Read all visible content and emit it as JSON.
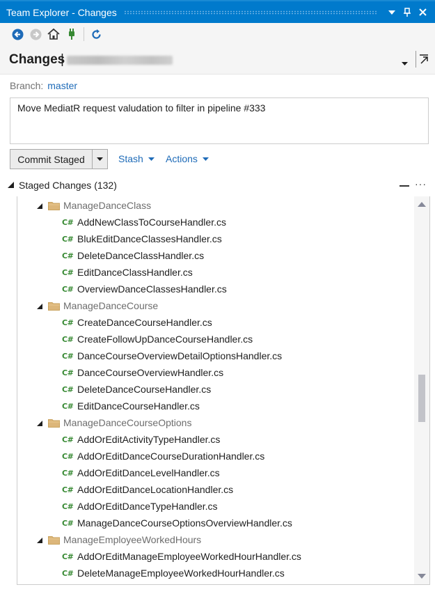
{
  "window": {
    "title": "Team Explorer - Changes"
  },
  "toolbar": {
    "icons": [
      "back-arrow-icon",
      "forward-arrow-icon",
      "home-icon",
      "plug-icon",
      "refresh-icon"
    ]
  },
  "header": {
    "title": "Changes",
    "separator": "|"
  },
  "branch": {
    "label": "Branch:",
    "name": "master"
  },
  "commit": {
    "message": "Move MediatR request valudation to filter in pipeline #333"
  },
  "actions": {
    "commit_label": "Commit Staged",
    "stash_label": "Stash",
    "actions_label": "Actions"
  },
  "staged": {
    "label": "Staged Changes (132)",
    "more": "···"
  },
  "tree": {
    "file_icon_text": "C#",
    "rows": [
      {
        "type": "folder",
        "name": "ManageDanceClass"
      },
      {
        "type": "file",
        "name": "AddNewClassToCourseHandler.cs"
      },
      {
        "type": "file",
        "name": "BlukEditDanceClassesHandler.cs"
      },
      {
        "type": "file",
        "name": "DeleteDanceClassHandler.cs"
      },
      {
        "type": "file",
        "name": "EditDanceClassHandler.cs"
      },
      {
        "type": "file",
        "name": "OverviewDanceClassesHandler.cs"
      },
      {
        "type": "folder",
        "name": "ManageDanceCourse"
      },
      {
        "type": "file",
        "name": "CreateDanceCourseHandler.cs"
      },
      {
        "type": "file",
        "name": "CreateFollowUpDanceCourseHandler.cs"
      },
      {
        "type": "file",
        "name": "DanceCourseOverviewDetailOptionsHandler.cs"
      },
      {
        "type": "file",
        "name": "DanceCourseOverviewHandler.cs"
      },
      {
        "type": "file",
        "name": "DeleteDanceCourseHandler.cs"
      },
      {
        "type": "file",
        "name": "EditDanceCourseHandler.cs"
      },
      {
        "type": "folder",
        "name": "ManageDanceCourseOptions"
      },
      {
        "type": "file",
        "name": "AddOrEditActivityTypeHandler.cs"
      },
      {
        "type": "file",
        "name": "AddOrEditDanceCourseDurationHandler.cs"
      },
      {
        "type": "file",
        "name": "AddOrEditDanceLevelHandler.cs"
      },
      {
        "type": "file",
        "name": "AddOrEditDanceLocationHandler.cs"
      },
      {
        "type": "file",
        "name": "AddOrEditDanceTypeHandler.cs"
      },
      {
        "type": "file",
        "name": "ManageDanceCourseOptionsOverviewHandler.cs"
      },
      {
        "type": "folder",
        "name": "ManageEmployeeWorkedHours"
      },
      {
        "type": "file",
        "name": "AddOrEditManageEmployeeWorkedHourHandler.cs"
      },
      {
        "type": "file",
        "name": "DeleteManageEmployeeWorkedHourHandler.cs"
      }
    ]
  },
  "colors": {
    "accent": "#007acc",
    "link": "#1e6bb8",
    "cs_icon": "#388a34",
    "folder": "#dcb67a"
  }
}
